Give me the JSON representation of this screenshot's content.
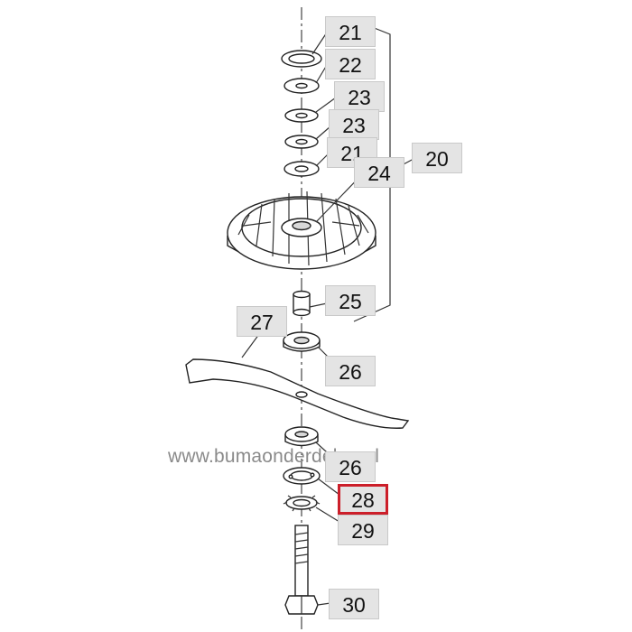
{
  "labels": {
    "l21a": "21",
    "l22": "22",
    "l23a": "23",
    "l23b": "23",
    "l21b": "21",
    "l20": "20",
    "l24": "24",
    "l25": "25",
    "l27": "27",
    "l26a": "26",
    "l26b": "26",
    "l28": "28",
    "l29": "29",
    "l30": "30"
  },
  "watermark": "www.bumaonderdelen.nl",
  "highlight_color": "#cc1f2a"
}
